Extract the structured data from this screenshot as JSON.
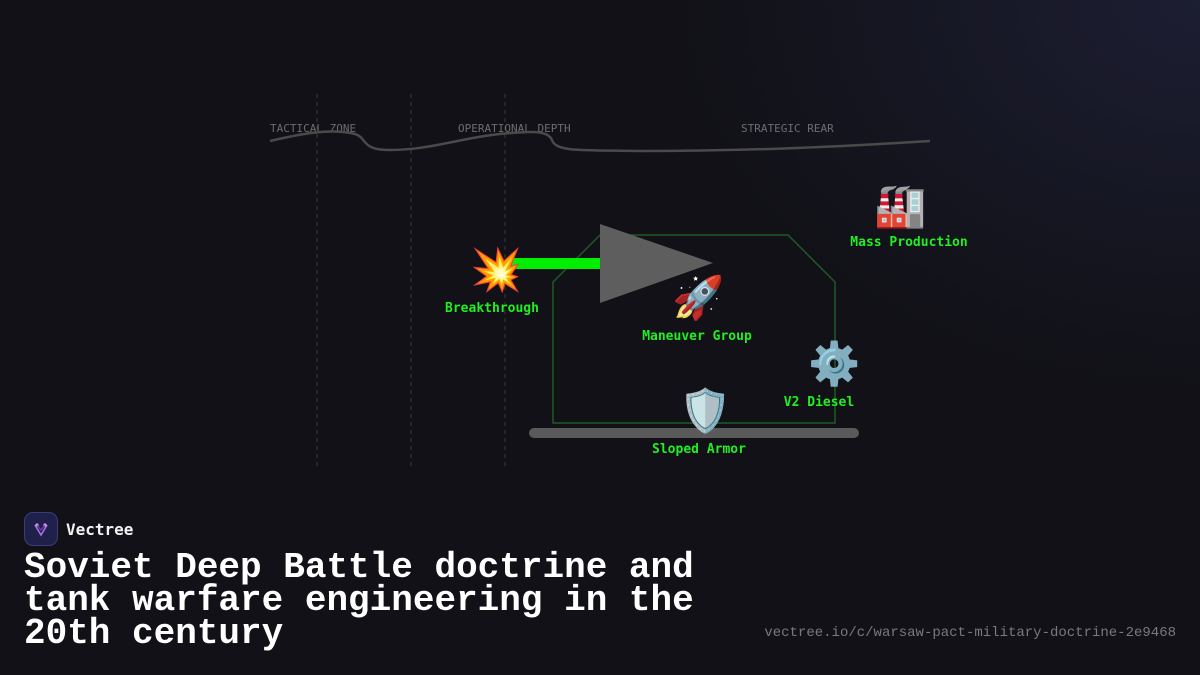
{
  "zones": [
    "TACTICAL ZONE",
    "OPERATIONAL DEPTH",
    "STRATEGIC REAR"
  ],
  "nodes": {
    "breakthrough": {
      "label": "Breakthrough",
      "icon": "collision-icon",
      "glyph": "💥"
    },
    "maneuver_group": {
      "label": "Maneuver Group",
      "icon": "rocket-icon",
      "glyph": "🚀"
    },
    "mass_production": {
      "label": "Mass Production",
      "icon": "factory-icon",
      "glyph": "🏭"
    },
    "v2_diesel": {
      "label": "V2 Diesel",
      "icon": "gear-icon",
      "glyph": "⚙️"
    },
    "sloped_armor": {
      "label": "Sloped Armor",
      "icon": "shield-icon",
      "glyph": "🛡️"
    }
  },
  "colors": {
    "label_green": "#22ee22",
    "arrow_green": "#00ee00",
    "arrow_head": "#5e5e5e",
    "tank_outline": "#1f5a24",
    "background": "#111117"
  },
  "brand": {
    "name": "Vectree"
  },
  "title": "Soviet Deep Battle doctrine and tank warfare engineering in the 20th century",
  "url": "vectree.io/c/warsaw-pact-military-doctrine-2e9468"
}
